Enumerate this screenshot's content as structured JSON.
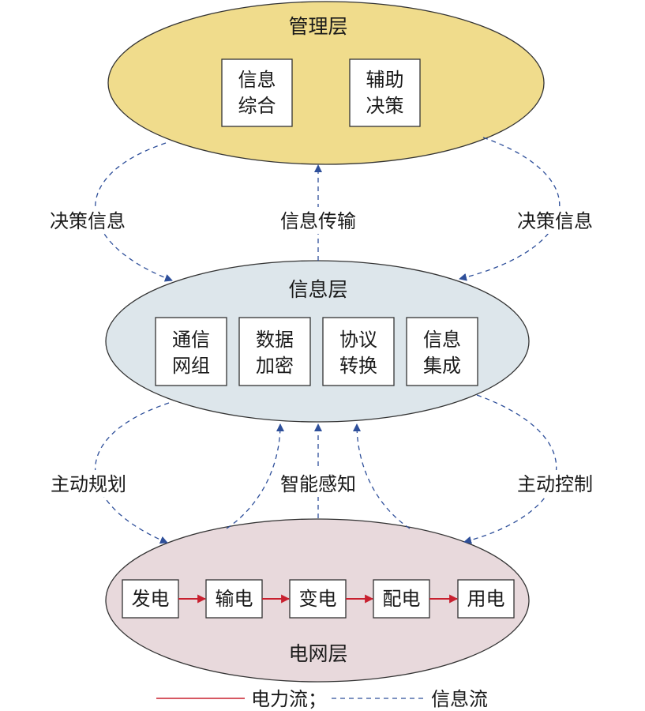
{
  "colors": {
    "management_fill": "#f0dc8c",
    "info_fill": "#dde6eb",
    "grid_fill": "#e8d9dc",
    "info_flow": "#2e4f9a",
    "power_flow": "#c8202f"
  },
  "management": {
    "title": "管理层",
    "boxes": [
      {
        "line1": "信息",
        "line2": "综合"
      },
      {
        "line1": "辅助",
        "line2": "决策"
      }
    ]
  },
  "info": {
    "title": "信息层",
    "boxes": [
      {
        "line1": "通信",
        "line2": "网组"
      },
      {
        "line1": "数据",
        "line2": "加密"
      },
      {
        "line1": "协议",
        "line2": "转换"
      },
      {
        "line1": "信息",
        "line2": "集成"
      }
    ]
  },
  "grid": {
    "title": "电网层",
    "boxes": [
      "发电",
      "输电",
      "变电",
      "配电",
      "用电"
    ]
  },
  "flow_labels": {
    "decision_left": "决策信息",
    "info_transfer": "信息传输",
    "decision_right": "决策信息",
    "active_planning": "主动规划",
    "smart_sensing": "智能感知",
    "active_control": "主动控制"
  },
  "legend": {
    "power": "电力流；",
    "info": "信息流"
  }
}
